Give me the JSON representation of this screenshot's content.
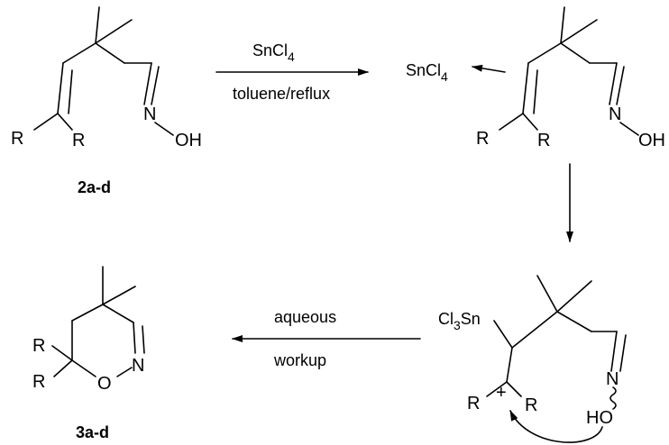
{
  "compounds": {
    "start": {
      "label": "2a-d",
      "substituents": {
        "r_left": "R",
        "r_right": "R"
      },
      "group": {
        "n": "N",
        "oh": "OH"
      }
    },
    "complex": {
      "lewis_acid": {
        "main": "SnCl",
        "sub": "4"
      },
      "substituents": {
        "r_left": "R",
        "r_right": "R"
      },
      "group": {
        "n": "N",
        "oh": "OH"
      }
    },
    "cation": {
      "tin_group": {
        "pre": "Cl",
        "sub": "3",
        "post": "Sn"
      },
      "substituents": {
        "r_left": "R",
        "r_right": "R"
      },
      "charge": "+",
      "group": {
        "n": "N",
        "ho": "HO"
      }
    },
    "product": {
      "label": "3a-d",
      "substituents": {
        "r_top": "R",
        "r_bottom": "R"
      },
      "ring_atoms": {
        "n": "N",
        "o": "O"
      }
    }
  },
  "arrows": {
    "step1": {
      "above": {
        "main": "SnCl",
        "sub": "4"
      },
      "below": "toluene/reflux"
    },
    "step3": {
      "above": "aqueous",
      "below": "workup"
    }
  }
}
